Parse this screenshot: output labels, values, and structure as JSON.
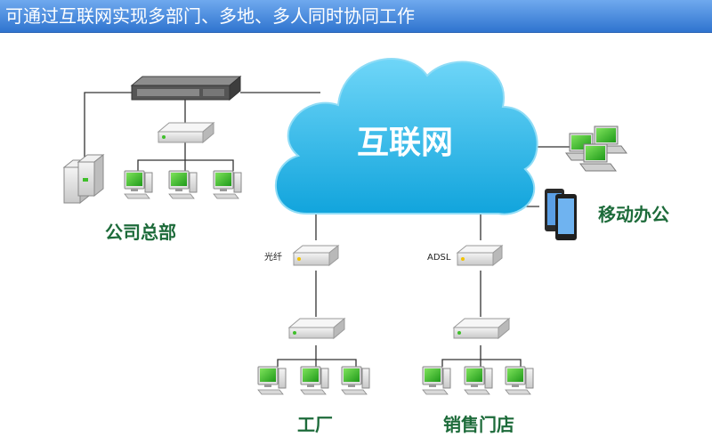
{
  "header": {
    "title": "可通过互联网实现多部门、多地、多人同时协同工作"
  },
  "cloud": {
    "label": "互联网"
  },
  "sites": {
    "hq": {
      "label": "公司总部"
    },
    "mobile": {
      "label": "移动办公"
    },
    "factory": {
      "label": "工厂",
      "link_label": "光纤"
    },
    "store": {
      "label": "销售门店",
      "link_label": "ADSL"
    }
  },
  "colors": {
    "header": "#3b82dc",
    "cloud": "#1fb6e8",
    "label": "#1d6b3a",
    "monitor": "#3fbf2a"
  },
  "icons": [
    "router-icon",
    "switch-icon",
    "computer-icon",
    "server-icon",
    "laptop-icon",
    "phone-icon",
    "cloud-icon"
  ]
}
